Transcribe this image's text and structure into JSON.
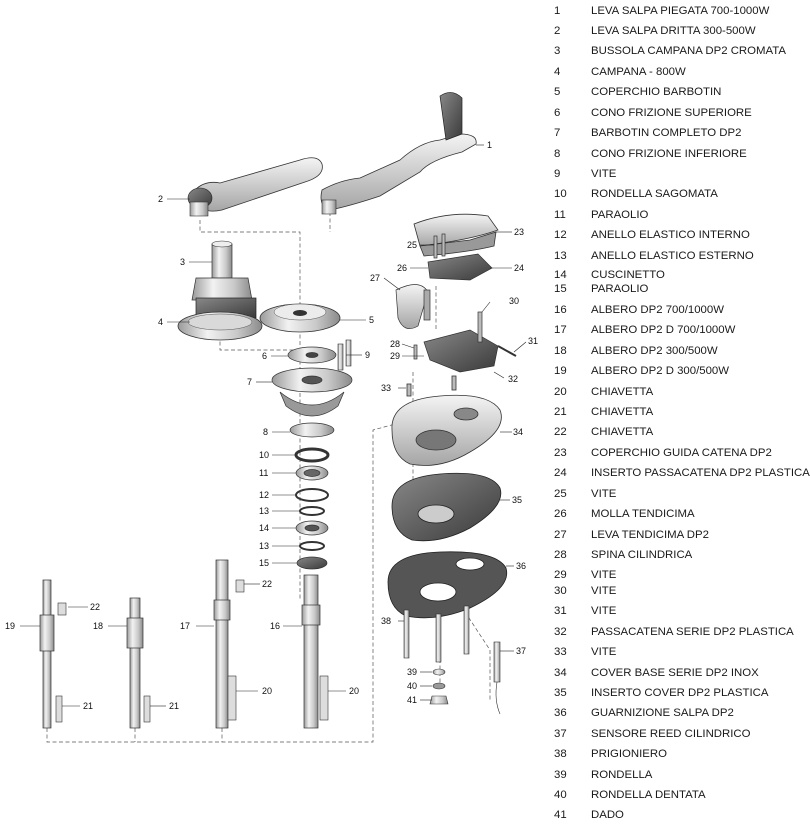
{
  "parts": [
    {
      "num": "1",
      "name": "LEVA SALPA PIEGATA 700-1000W"
    },
    {
      "num": "2",
      "name": "LEVA SALPA DRITTA  300-500W"
    },
    {
      "num": "3",
      "name": "BUSSOLA CAMPANA DP2 CROMATA"
    },
    {
      "num": "4",
      "name": "CAMPANA - 800W"
    },
    {
      "num": "5",
      "name": "COPERCHIO BARBOTIN"
    },
    {
      "num": "6",
      "name": "CONO FRIZIONE SUPERIORE"
    },
    {
      "num": "7",
      "name": "BARBOTIN COMPLETO DP2"
    },
    {
      "num": "8",
      "name": "CONO FRIZIONE INFERIORE"
    },
    {
      "num": "9",
      "name": "VITE"
    },
    {
      "num": "10",
      "name": "RONDELLA SAGOMATA"
    },
    {
      "num": "11",
      "name": "PARAOLIO"
    },
    {
      "num": "12",
      "name": "ANELLO ELASTICO INTERNO"
    },
    {
      "num": "13",
      "name": "ANELLO ELASTICO ESTERNO"
    },
    {
      "num": "14",
      "name": "CUSCINETTO"
    },
    {
      "num": "15",
      "name": "PARAOLIO"
    },
    {
      "num": "16",
      "name": "ALBERO DP2 700/1000W"
    },
    {
      "num": "17",
      "name": "ALBERO DP2 D 700/1000W"
    },
    {
      "num": "18",
      "name": "ALBERO DP2 300/500W"
    },
    {
      "num": "19",
      "name": "ALBERO DP2 D 300/500W"
    },
    {
      "num": "20",
      "name": "CHIAVETTA"
    },
    {
      "num": "21",
      "name": "CHIAVETTA"
    },
    {
      "num": "22",
      "name": "CHIAVETTA"
    },
    {
      "num": "23",
      "name": "COPERCHIO GUIDA CATENA DP2"
    },
    {
      "num": "24",
      "name": "INSERTO PASSACATENA DP2 PLASTICA"
    },
    {
      "num": "25",
      "name": "VITE"
    },
    {
      "num": "26",
      "name": "MOLLA TENDICIMA"
    },
    {
      "num": "27",
      "name": "LEVA TENDICIMA DP2"
    },
    {
      "num": "28",
      "name": "SPINA CILINDRICA"
    },
    {
      "num": "29",
      "name": "VITE"
    },
    {
      "num": "30",
      "name": "VITE"
    },
    {
      "num": "31",
      "name": "VITE"
    },
    {
      "num": "32",
      "name": "PASSACATENA SERIE DP2 PLASTICA"
    },
    {
      "num": "33",
      "name": "VITE"
    },
    {
      "num": "34",
      "name": "COVER BASE SERIE DP2 INOX"
    },
    {
      "num": "35",
      "name": "INSERTO COVER DP2 PLASTICA"
    },
    {
      "num": "36",
      "name": "GUARNIZIONE SALPA DP2"
    },
    {
      "num": "37",
      "name": "SENSORE REED CILINDRICO"
    },
    {
      "num": "38",
      "name": "PRIGIONIERO"
    },
    {
      "num": "39",
      "name": "RONDELLA"
    },
    {
      "num": "40",
      "name": "RONDELLA DENTATA"
    },
    {
      "num": "41",
      "name": "DADO"
    }
  ],
  "callouts": [
    "1",
    "2",
    "3",
    "4",
    "5",
    "6",
    "7",
    "8",
    "9",
    "10",
    "11",
    "12",
    "13",
    "14",
    "13",
    "15",
    "16",
    "17",
    "18",
    "19",
    "20",
    "20",
    "21",
    "21",
    "22",
    "22",
    "23",
    "24",
    "25",
    "26",
    "27",
    "28",
    "29",
    "30",
    "31",
    "32",
    "33",
    "34",
    "35",
    "36",
    "37",
    "38",
    "39",
    "40",
    "41"
  ]
}
